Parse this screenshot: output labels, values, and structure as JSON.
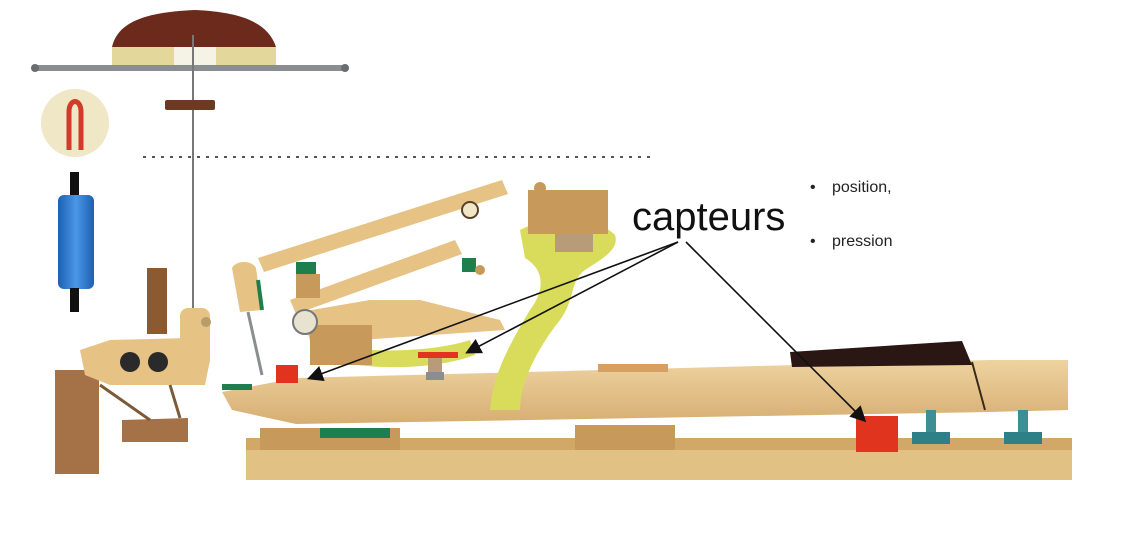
{
  "diagram": {
    "label_main": "capteurs",
    "bullets": [
      {
        "marker": "•",
        "text": "position,"
      },
      {
        "marker": "•",
        "text": "pression"
      }
    ],
    "colors": {
      "wood_light": "#E8C98A",
      "wood_mid": "#D9B273",
      "wood_dark": "#A67442",
      "walnut": "#6B2A1C",
      "felt_yellow": "#D8DC5A",
      "sensor_red": "#E0341E",
      "felt_green": "#1F7F4C",
      "blue_part": "#2F7DD4",
      "key_black": "#2A1713",
      "metal": "#8A8E90"
    }
  }
}
